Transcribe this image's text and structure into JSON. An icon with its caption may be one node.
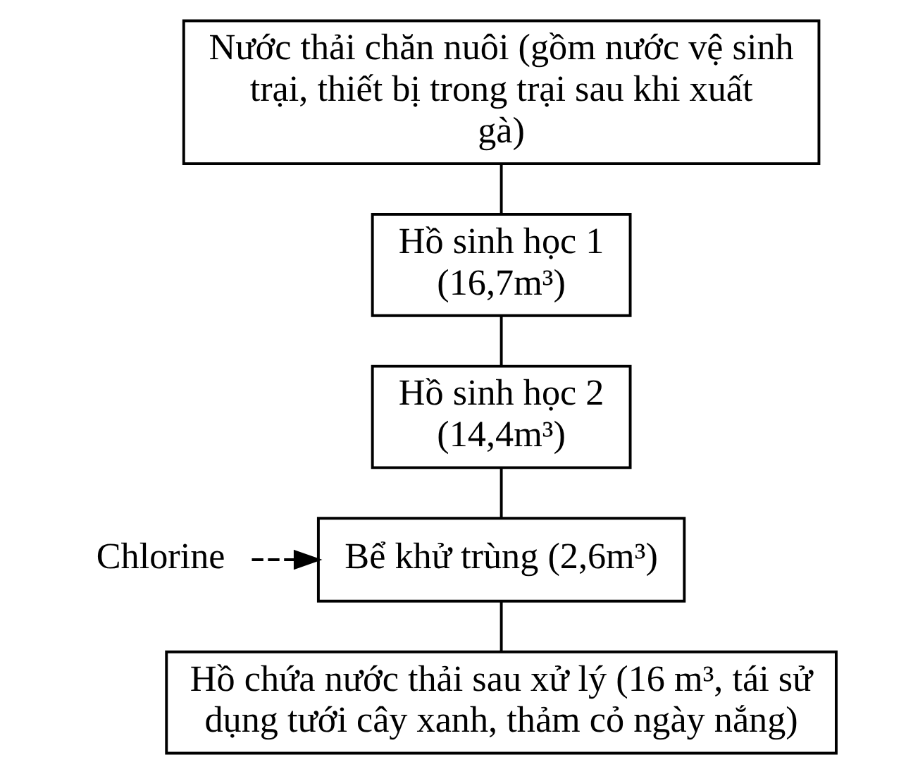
{
  "diagram": {
    "nodes": [
      {
        "text": [
          "Nước thải chăn nuôi (gồm nước vệ sinh trại, thiết bị trong trại sau khi xuất gà)"
        ]
      },
      {
        "text": [
          "Hồ sinh học 1 (16,7m³)"
        ]
      },
      {
        "text": [
          "Hồ sinh học 2 (14,4m³)"
        ]
      },
      {
        "text": [
          "Chlorine"
        ]
      },
      {
        "text": [
          "Bể khử trùng (2,6m³)"
        ]
      },
      {
        "text": [
          "Hồ chứa nước thải sau xử lý (16 m³, tái sử dụng tưới cây xanh, thảm cỏ ngày nắng)"
        ]
      }
    ],
    "edges": [
      {
        "from": 0,
        "to": 1,
        "arrow": "none"
      },
      {
        "from": 1,
        "to": 2,
        "arrow": "none"
      },
      {
        "from": 2,
        "to": 4,
        "arrow": "none"
      },
      {
        "from": 3,
        "to": 4,
        "arrow": "to",
        "style": "dashed"
      },
      {
        "from": 4,
        "to": 5,
        "arrow": "none"
      }
    ]
  }
}
